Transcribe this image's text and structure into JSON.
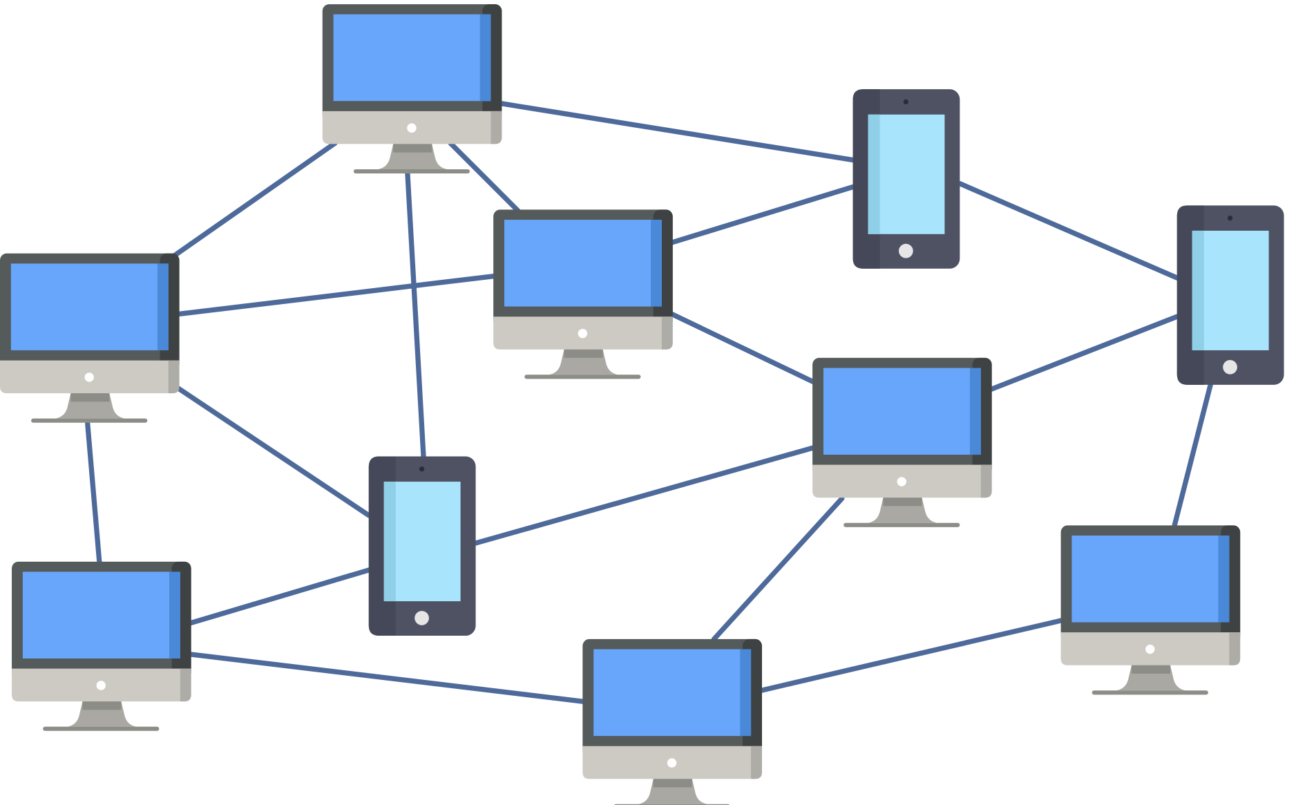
{
  "diagram": {
    "type": "network",
    "colors": {
      "link": "#4e6a9a",
      "monitor_frame": "#555a5a",
      "monitor_frame_shade": "#3f4242",
      "monitor_screen": "#68a6fc",
      "monitor_screen_shade": "#4a88d8",
      "monitor_chin": "#cdcac3",
      "monitor_chin_shade": "#aeaca6",
      "monitor_stand": "#a9a8a2",
      "monitor_base": "#8d8d88",
      "phone_body": "#4e5263",
      "phone_body_shade": "#454858",
      "phone_screen": "#a8e4fc",
      "phone_screen_shade": "#8fd0e8",
      "phone_button": "#e6e6e6"
    },
    "nodes": [
      {
        "id": "monitor-1",
        "kind": "monitor"
      },
      {
        "id": "monitor-2",
        "kind": "monitor"
      },
      {
        "id": "monitor-3",
        "kind": "monitor"
      },
      {
        "id": "monitor-4",
        "kind": "monitor"
      },
      {
        "id": "monitor-5",
        "kind": "monitor"
      },
      {
        "id": "monitor-6",
        "kind": "monitor"
      },
      {
        "id": "monitor-7",
        "kind": "monitor"
      },
      {
        "id": "phone-1",
        "kind": "phone"
      },
      {
        "id": "phone-2",
        "kind": "phone"
      },
      {
        "id": "phone-3",
        "kind": "phone"
      }
    ],
    "links": [
      [
        "monitor-1",
        "phone-1"
      ],
      [
        "monitor-1",
        "monitor-3"
      ],
      [
        "monitor-1",
        "monitor-2"
      ],
      [
        "monitor-1",
        "phone-3"
      ],
      [
        "phone-1",
        "phone-2"
      ],
      [
        "monitor-2",
        "phone-1"
      ],
      [
        "monitor-3",
        "monitor-2"
      ],
      [
        "monitor-2",
        "monitor-4"
      ],
      [
        "monitor-4",
        "phone-2"
      ],
      [
        "monitor-3",
        "phone-3"
      ],
      [
        "monitor-3",
        "monitor-5"
      ],
      [
        "phone-3",
        "monitor-4"
      ],
      [
        "monitor-5",
        "phone-3"
      ],
      [
        "monitor-5",
        "monitor-7"
      ],
      [
        "monitor-4",
        "monitor-7"
      ],
      [
        "monitor-7",
        "monitor-6"
      ],
      [
        "phone-2",
        "monitor-6"
      ]
    ]
  }
}
